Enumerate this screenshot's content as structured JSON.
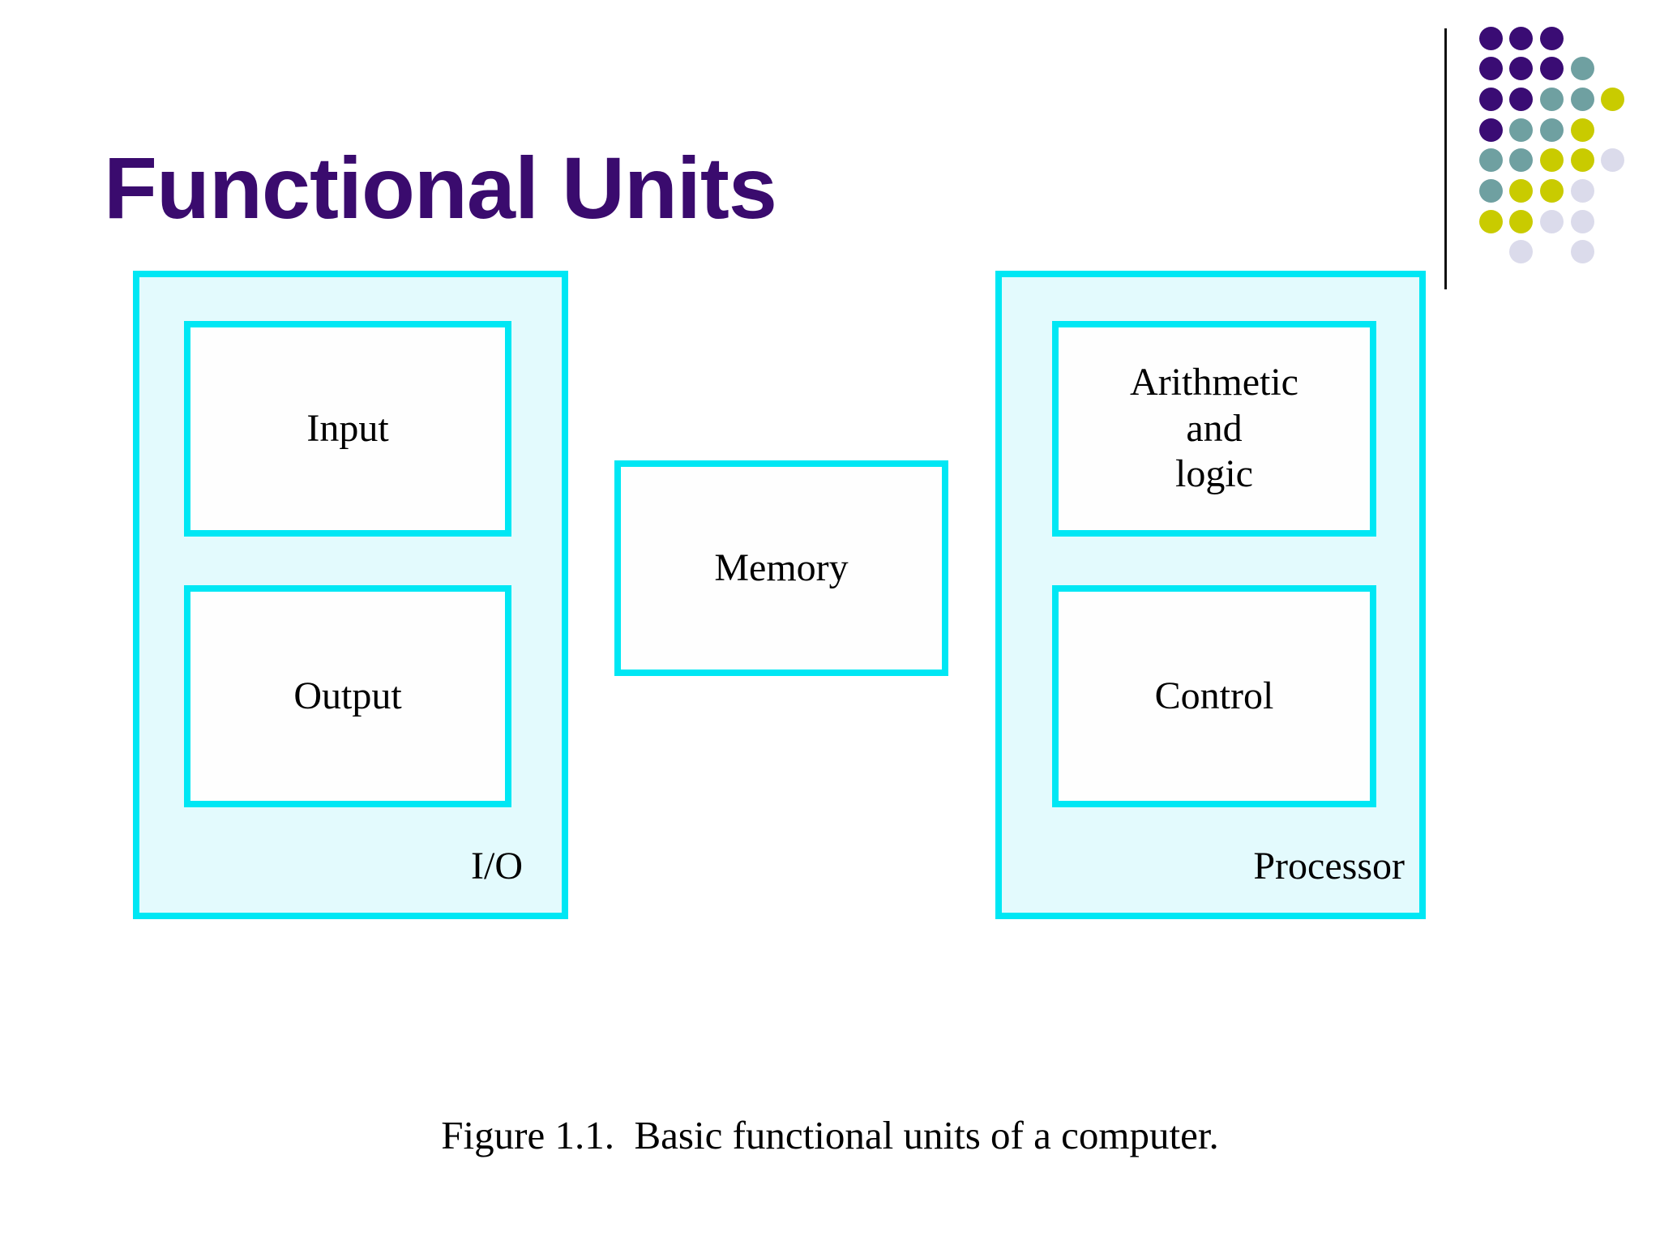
{
  "slide": {
    "title": "Functional Units",
    "caption": "Figure 1.1.  Basic functional units of a computer."
  },
  "diagram": {
    "io_unit": {
      "label": "I/O",
      "input_box_label": "Input",
      "output_box_label": "Output"
    },
    "memory_box_label": "Memory",
    "processor_unit": {
      "label": "Processor",
      "alu_box_lines": [
        "Arithmetic",
        "and",
        "logic"
      ],
      "control_box_label": "Control"
    }
  },
  "colors": {
    "title_text": "#3A0B6E",
    "box_border_cyan": "#00E7F4",
    "unit_fill_light_cyan": "#E3FAFD",
    "inner_box_fill": "#FEFEFE",
    "label_text": "#000000",
    "corner_line": "#111111",
    "dot_purple": "#3A0C74",
    "dot_teal": "#6FA0A1",
    "dot_yellow": "#C9CB00",
    "dot_lavender": "#DBDBEB"
  },
  "decoration": {
    "dot_pattern_rows": [
      "PPP..",
      "PPPT.",
      "PPTTY",
      "PTTY.",
      "TTYYL",
      "TYYL.",
      "YYLL.",
      ".L.L."
    ],
    "dot_palette": {
      "P": "dot_purple",
      "T": "dot_teal",
      "Y": "dot_yellow",
      "L": "dot_lavender"
    }
  }
}
